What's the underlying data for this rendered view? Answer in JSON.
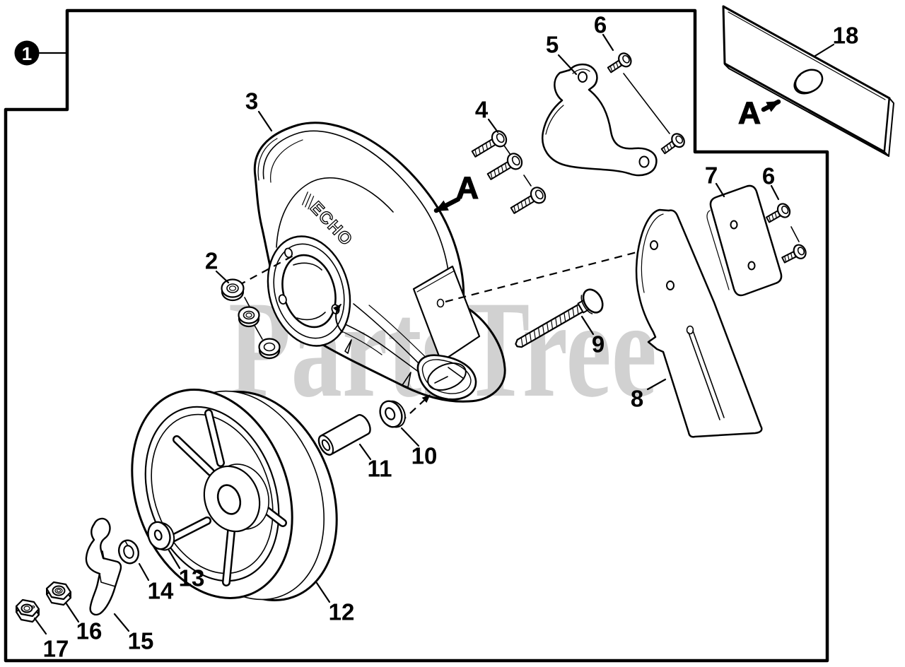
{
  "diagram": {
    "type": "exploded-parts-diagram",
    "badge": {
      "label": "1"
    },
    "brand_logo": "ECHO",
    "watermark": {
      "text": "PartsTree",
      "tm": "™",
      "color": "#d1d1d1"
    },
    "detail_markers": {
      "shield": "A",
      "blade": "A"
    },
    "callouts": {
      "2": "2",
      "3": "3",
      "4": "4",
      "5": "5",
      "6_top": "6",
      "6_right": "6",
      "7": "7",
      "8": "8",
      "9": "9",
      "10": "10",
      "11": "11",
      "12": "12",
      "13": "13",
      "14": "14",
      "15": "15",
      "16": "16",
      "17": "17",
      "18": "18"
    },
    "colors": {
      "line": "#000000",
      "background": "#ffffff",
      "watermark": "#d1d1d1"
    }
  }
}
